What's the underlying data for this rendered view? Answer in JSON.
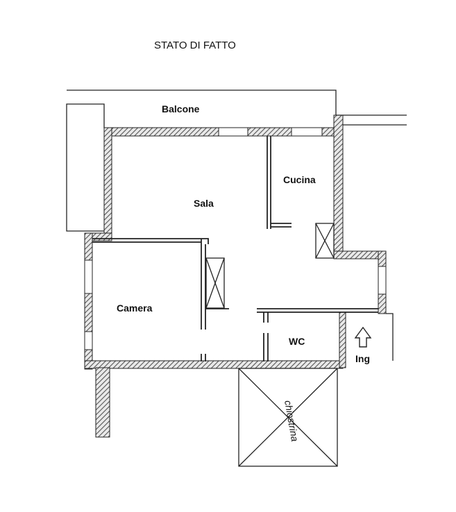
{
  "title": "STATO DI FATTO",
  "rooms": {
    "balcone": "Balcone",
    "sala": "Sala",
    "cucina": "Cucina",
    "camera": "Camera",
    "wc": "WC",
    "chiostrina": "chiostrina"
  },
  "entrance": {
    "label": "Ing",
    "icon": "up-arrow-icon"
  },
  "colors": {
    "line": "#222222",
    "hatch": "#555555",
    "background": "#ffffff"
  }
}
